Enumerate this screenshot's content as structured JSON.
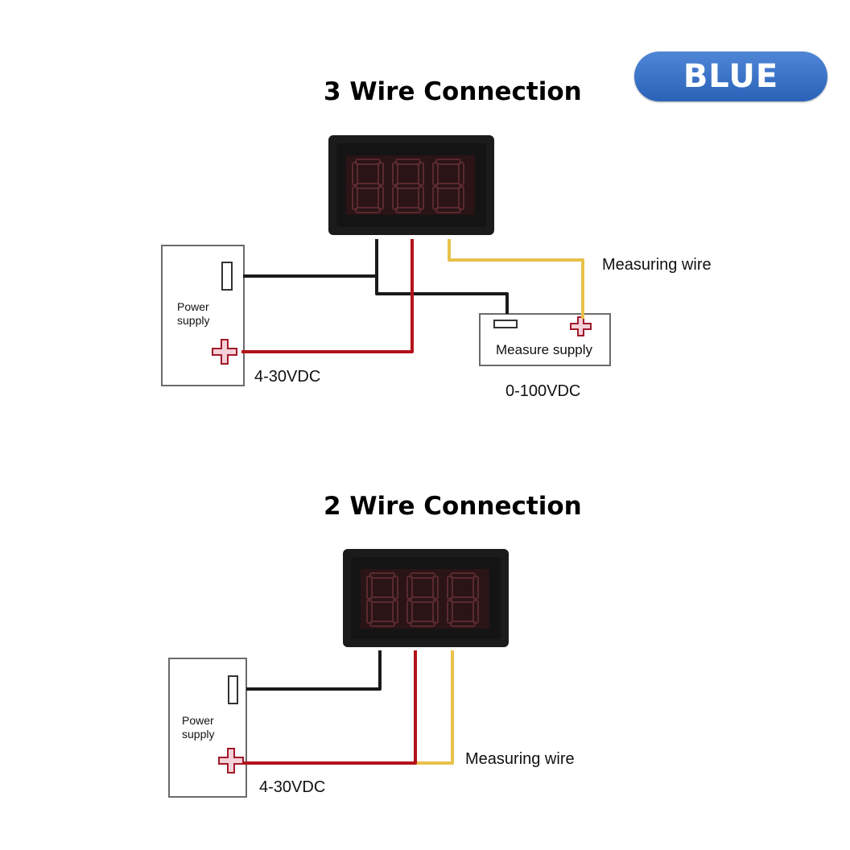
{
  "badge": {
    "label": "BLUE",
    "color": "#2f6bc4"
  },
  "section_top": {
    "title": "3 Wire Connection",
    "power_supply_label": [
      "Power",
      "supply"
    ],
    "power_voltage": "4-30VDC",
    "measuring_wire_label": "Measuring wire",
    "measure_supply_label": "Measure supply",
    "measure_voltage": "0-100VDC"
  },
  "section_bottom": {
    "title": "2 Wire Connection",
    "power_supply_label": [
      "Power",
      "supply"
    ],
    "power_voltage": "4-30VDC",
    "measuring_wire_label": "Measuring wire"
  },
  "wire_colors": {
    "black": "#1a1a1a",
    "red": "#b3121a",
    "yellow": "#e8c14a"
  }
}
